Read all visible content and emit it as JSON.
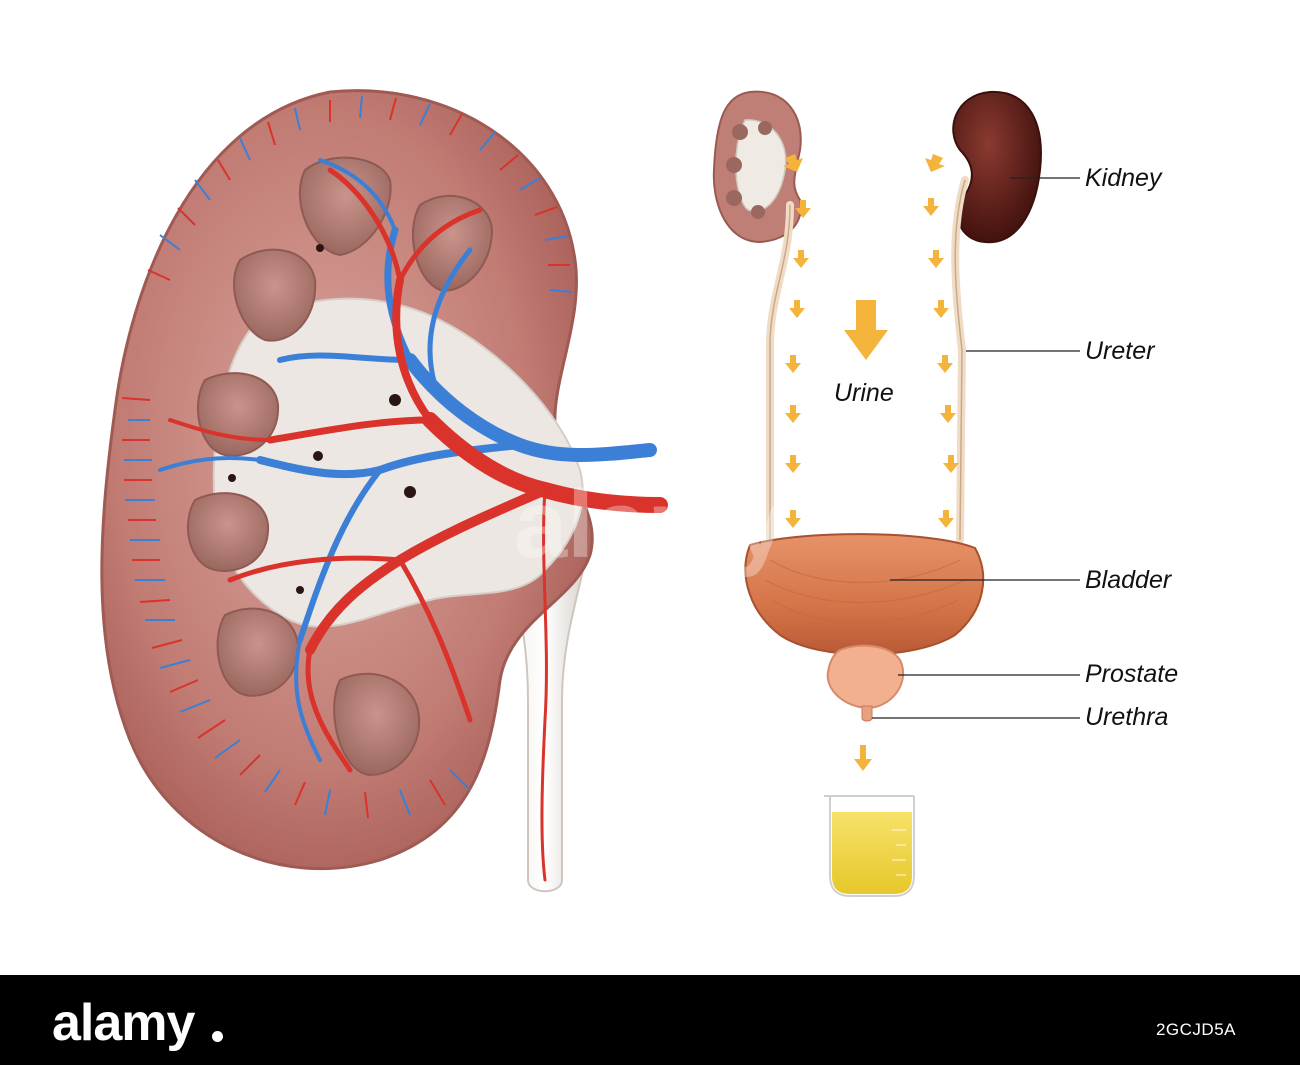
{
  "labels": {
    "kidney": "Kidney",
    "ureter": "Ureter",
    "urine": "Urine",
    "bladder": "Bladder",
    "prostate": "Prostate",
    "urethra": "Urethra"
  },
  "colors": {
    "cortex": "#b9706a",
    "capsule": "#c98b83",
    "pyramid": "#a57068",
    "pelvis": "#e8e4df",
    "artery": "#d9332b",
    "vein": "#3c7fd6",
    "bladder": "#d77a4e",
    "prostate": "#f3b08f",
    "arrow": "#f4b43c",
    "urine": "#eed23a",
    "dark_kidney": "#5a1a16"
  },
  "footer": {
    "brand": "alamy",
    "image_id": "2GCJD5A",
    "watermark": "alamy"
  }
}
